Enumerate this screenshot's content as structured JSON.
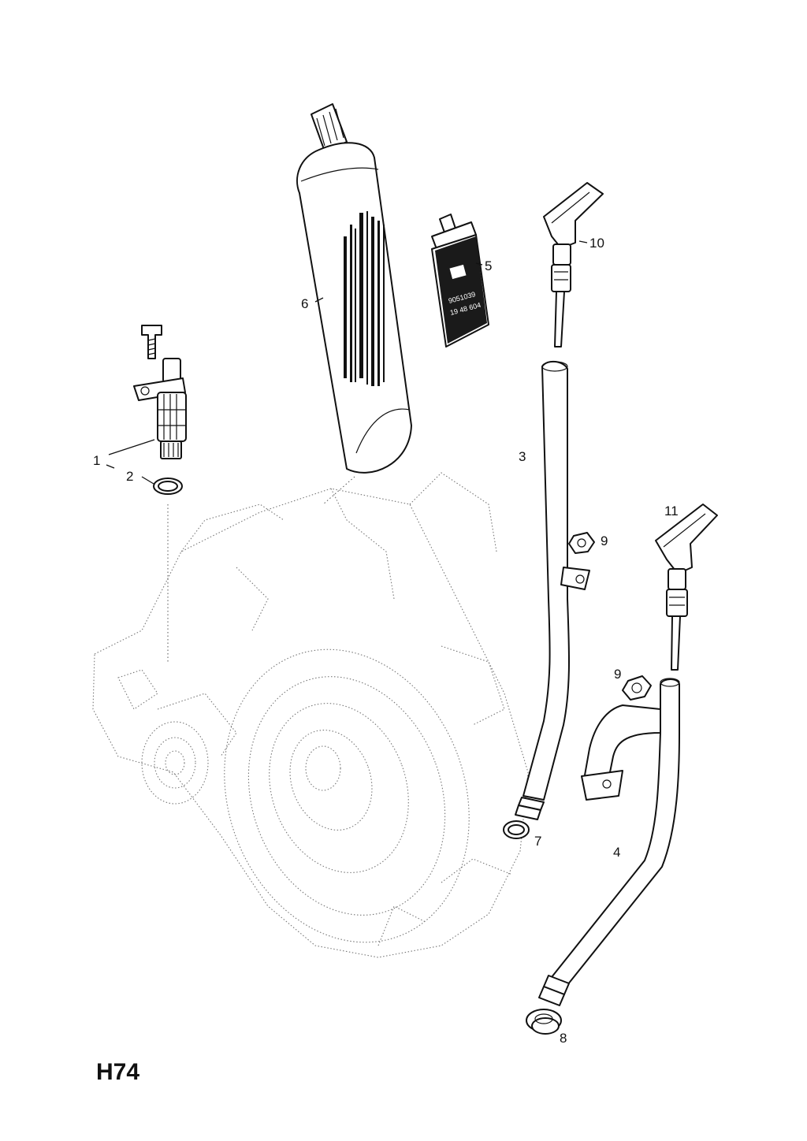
{
  "sheet": {
    "code": "H74"
  },
  "callouts": {
    "c1": "1",
    "c2": "2",
    "c3": "3",
    "c4": "4",
    "c5": "5",
    "c6": "6",
    "c7": "7",
    "c8": "8",
    "c9a": "9",
    "c9b": "9",
    "c10": "10",
    "c11": "11"
  },
  "tube_small": {
    "line1": "9051039",
    "line2": "19 48 604"
  },
  "colors": {
    "ink": "#111111",
    "phantom": "#777777",
    "background": "#ffffff"
  }
}
